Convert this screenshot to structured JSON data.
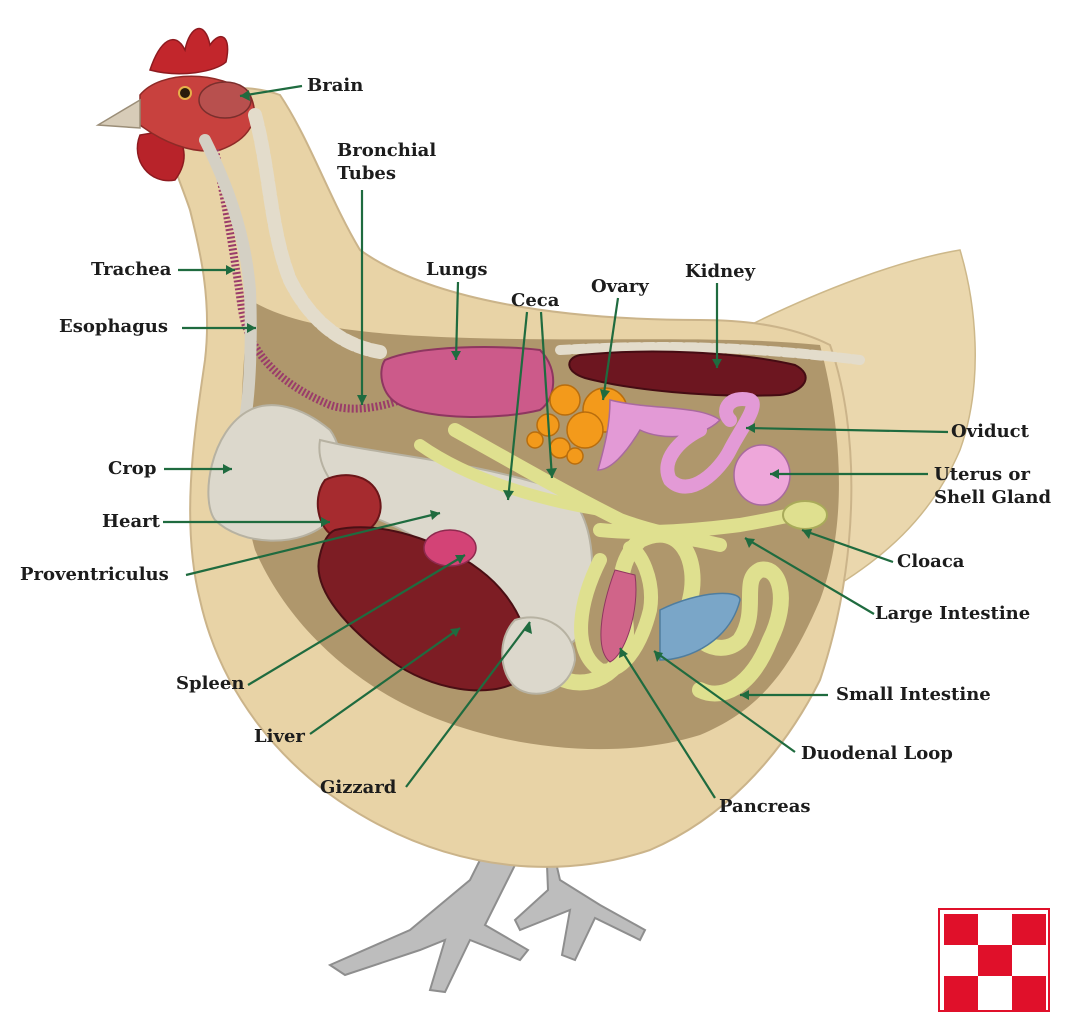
{
  "labels": {
    "brain": "Brain",
    "bronchial_tubes": "Bronchial\nTubes",
    "trachea": "Trachea",
    "esophagus": "Esophagus",
    "lungs": "Lungs",
    "ceca": "Ceca",
    "ovary": "Ovary",
    "kidney": "Kidney",
    "oviduct": "Oviduct",
    "uterus": "Uterus or\nShell Gland",
    "crop": "Crop",
    "heart": "Heart",
    "proventriculus": "Proventriculus",
    "cloaca": "Cloaca",
    "large_intestine": "Large Intestine",
    "small_intestine": "Small Intestine",
    "spleen": "Spleen",
    "liver": "Liver",
    "duodenal_loop": "Duodenal Loop",
    "gizzard": "Gizzard",
    "pancreas": "Pancreas"
  },
  "logo": {
    "name": "checkerboard-logo",
    "color": "#e0102a"
  },
  "colors": {
    "leader": "#1f6b3f",
    "feathers": "#e8d3a6",
    "cavity": "#a89066",
    "liver": "#7d1d24",
    "kidney": "#6d1620",
    "lungs": "#cc5a8a",
    "crop": "#dcd8cc",
    "intestine": "#dfe08f",
    "ovary": "#f39a1b",
    "oviduct": "#e39ad6",
    "comb": "#c2262c",
    "legs": "#b9b9b9"
  }
}
